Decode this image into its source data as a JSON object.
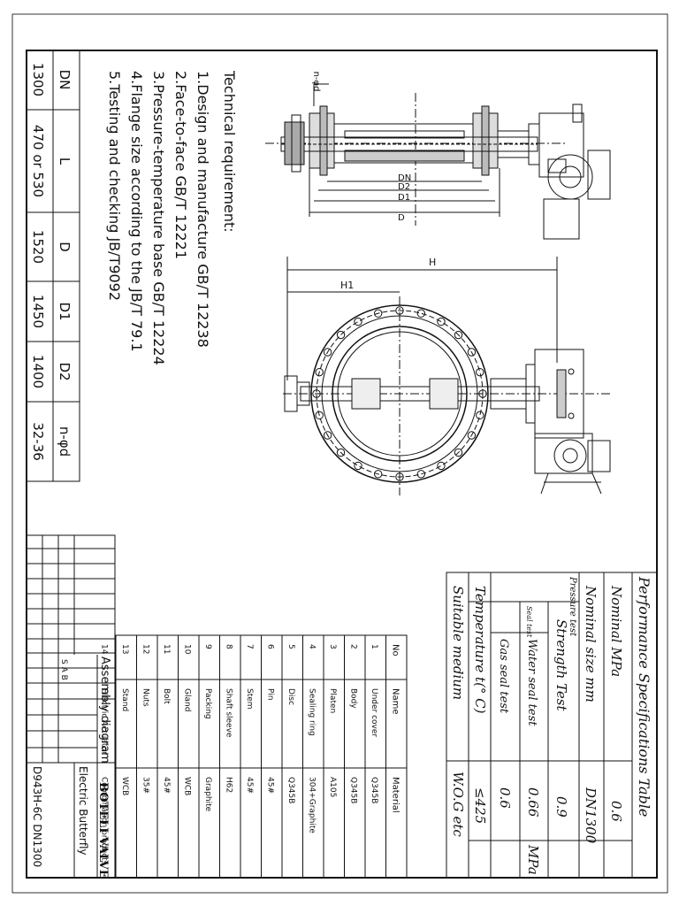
{
  "dims_table": {
    "headers": [
      "DN",
      "L",
      "D",
      "D1",
      "D2",
      "n-φd"
    ],
    "values": [
      "1300",
      "470 or 530",
      "1520",
      "1450",
      "1400",
      "32-36"
    ]
  },
  "technical": {
    "title": "Technical requirement:",
    "items": [
      "1.Design and manufacture GB/T 12238",
      "2.Face-to-face GB/T 12221",
      "3.Pressure-temperature base GB/T 12224",
      "4.Flange size according to the JB/T 79.1",
      "5.Testing and checking JB/T9092"
    ]
  },
  "drawing_labels": {
    "n_phi_d": "n-φd",
    "dn": "DN",
    "d2": "D2",
    "d1": "D1",
    "d": "D",
    "h": "H",
    "h1": "H1"
  },
  "performance": {
    "title": "Performance Specifications Table",
    "nominal_mpa_label": "Nominal MPa",
    "nominal_mpa_value": "0.6",
    "nominal_size_label": "Nominal size mm",
    "nominal_size_value": "DN1300",
    "pressure_test_label": "Pressure test",
    "strength_label": "Strength Test",
    "strength_value": "0.9",
    "seal_test_label": "Seal test",
    "water_label": "Water seal test",
    "water_value": "0.66",
    "gas_label": "Gas seal test",
    "gas_value": "0.6",
    "unit": "MPa",
    "temp_label": "Temperature t(° C)",
    "temp_value": "≤425",
    "medium_label": "Suitable medium",
    "medium_value": "W.O.G etc"
  },
  "parts": {
    "headers": [
      "No",
      "Name",
      "Material"
    ],
    "rows": [
      [
        "1",
        "Under cover",
        "Q345B"
      ],
      [
        "2",
        "Body",
        "Q345B"
      ],
      [
        "3",
        "Platen",
        "A105"
      ],
      [
        "4",
        "Sealing ring",
        "304+Graphite"
      ],
      [
        "5",
        "Disc",
        "Q345B"
      ],
      [
        "6",
        "Pin",
        "45#"
      ],
      [
        "7",
        "Stem",
        "45#"
      ],
      [
        "8",
        "Shaft sleeve",
        "H62"
      ],
      [
        "9",
        "Packing",
        "Graphite"
      ],
      [
        "10",
        "Gland",
        "WCB"
      ],
      [
        "11",
        "Bolt",
        "45#"
      ],
      [
        "12",
        "Nuts",
        "35#"
      ],
      [
        "13",
        "Stand",
        "WCB"
      ],
      [
        "14",
        "Electric Actuator",
        "Combination products"
      ]
    ]
  },
  "title_block": {
    "assembly": "Assembly diagram",
    "company": "BOTELI VALVE",
    "product": "Electric Butterfly",
    "model": "D943H-6C DN1300",
    "scale_row": "S  A  B"
  }
}
